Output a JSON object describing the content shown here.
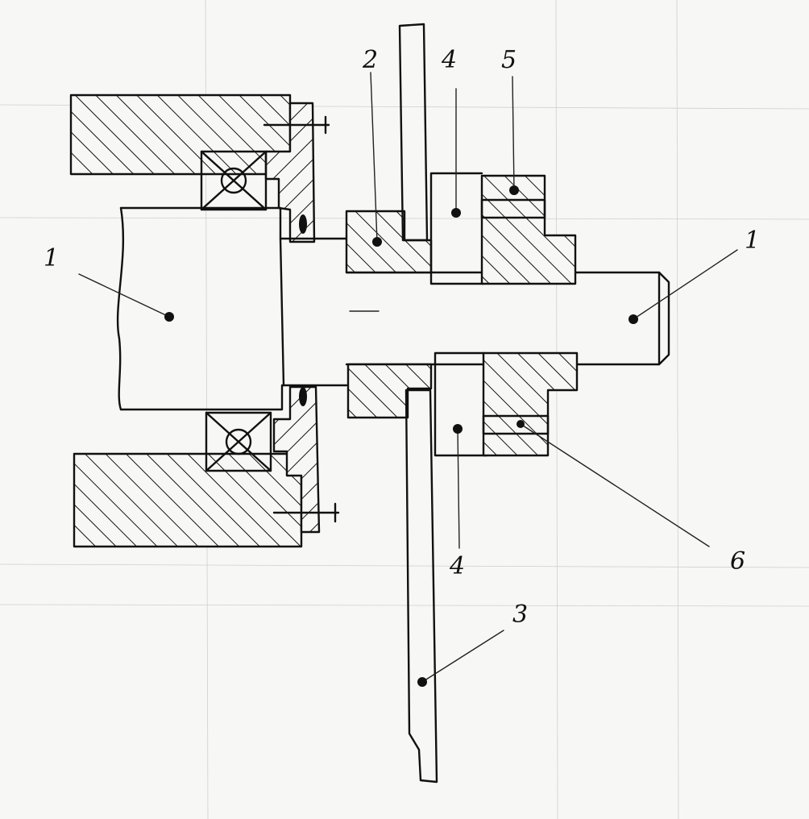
{
  "labels": {
    "shaft_left": "1",
    "shaft_right": "1",
    "hub": "2",
    "disc": "3",
    "cavity_top": "4",
    "cavity_bottom": "4",
    "nut": "5",
    "channel": "6"
  },
  "colors": {
    "ink": "#111111",
    "paper": "#f7f7f5",
    "hatch_fill": "hatch-lines-45deg",
    "abrasive_fill": "dotted-grain"
  }
}
